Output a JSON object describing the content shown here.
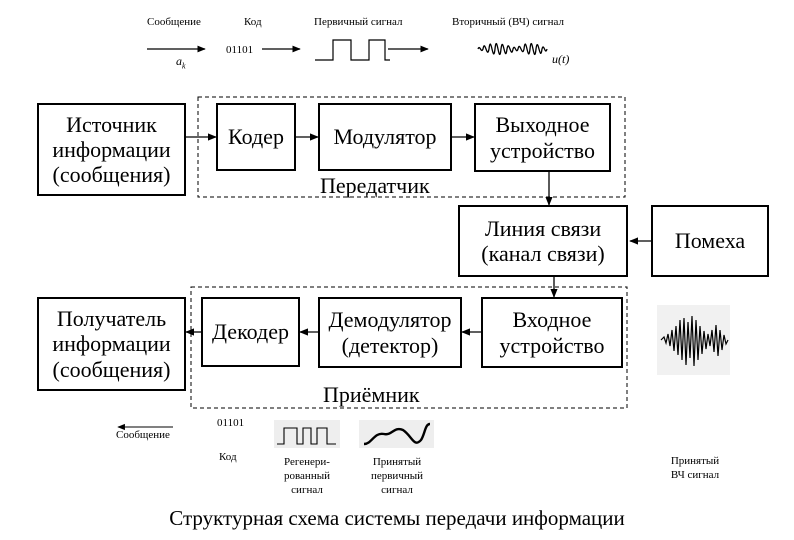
{
  "top_legend": {
    "message": "Сообщение",
    "code": "Код",
    "primary_signal": "Первичный сигнал",
    "secondary_signal": "Вторичный (ВЧ) сигнал",
    "symbol_ak": "a",
    "symbol_ak_sub": "k",
    "code_value": "01101",
    "u_of_t": "u(t)"
  },
  "blocks": {
    "source": [
      "Источник",
      "информации",
      "(сообщения)"
    ],
    "coder": "Кодер",
    "modulator": "Модулятор",
    "output_device": [
      "Выходное",
      "устройство"
    ],
    "channel": [
      "Линия связи",
      "(канал связи)"
    ],
    "noise": "Помеха",
    "receiver_input": [
      "Входное",
      "устройство"
    ],
    "demodulator": [
      "Демодулятор",
      "(детектор)"
    ],
    "decoder": "Декодер",
    "recipient": [
      "Получатель",
      "информации",
      "(сообщения)"
    ]
  },
  "group_labels": {
    "transmitter": "Передатчик",
    "receiver": "Приёмник"
  },
  "bottom_legend": {
    "message": "Сообщение",
    "code_value": "01101",
    "code": "Код",
    "regenerated": [
      "Регенери-",
      "рованный",
      "сигнал"
    ],
    "received_primary": [
      "Принятый",
      "первичный",
      "сигнал"
    ],
    "received_hf": [
      "Принятый",
      "ВЧ сигнал"
    ]
  },
  "caption": "Структурная схема системы передачи информации"
}
